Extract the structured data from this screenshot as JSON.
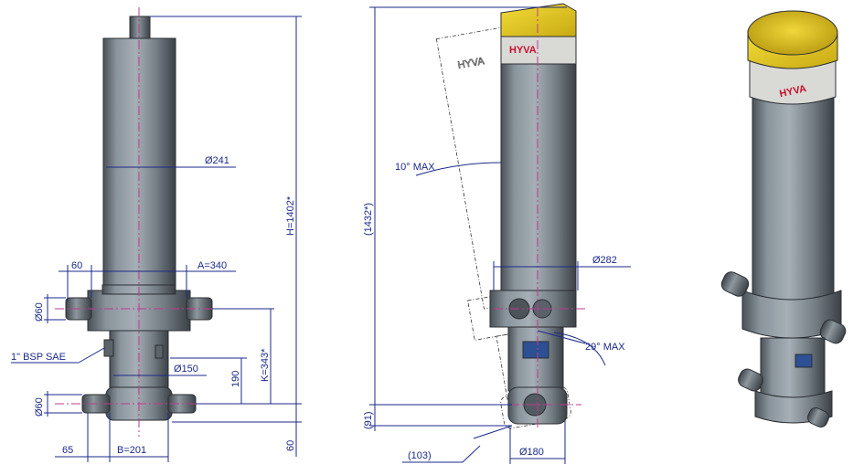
{
  "labels": {
    "d241": "Ø241",
    "w60": "60",
    "a340": "A=340",
    "d60_top": "Ø60",
    "bsp": "1\" BSP SAE",
    "d150": "Ø150",
    "h190": "190",
    "k343": "K=343*",
    "h1402": "H=1402*",
    "d60_bot": "Ø60",
    "w65": "65",
    "b201": "B=201",
    "h60": "60",
    "ang10": "10° MAX",
    "h1432": "(1432*)",
    "d282": "Ø282",
    "ang29": "29° MAX",
    "h91": "(91)",
    "w103": "(103)",
    "d180": "Ø180"
  },
  "brand": {
    "logo_text": "HYVA",
    "colors": {
      "cap_yellow": "#e9cf2a",
      "band_grey": "#d9d9d6",
      "logo_red": "#c8102e",
      "dimension_blue": "#1b2a8a",
      "centerline_magenta": "#c0398f"
    }
  }
}
